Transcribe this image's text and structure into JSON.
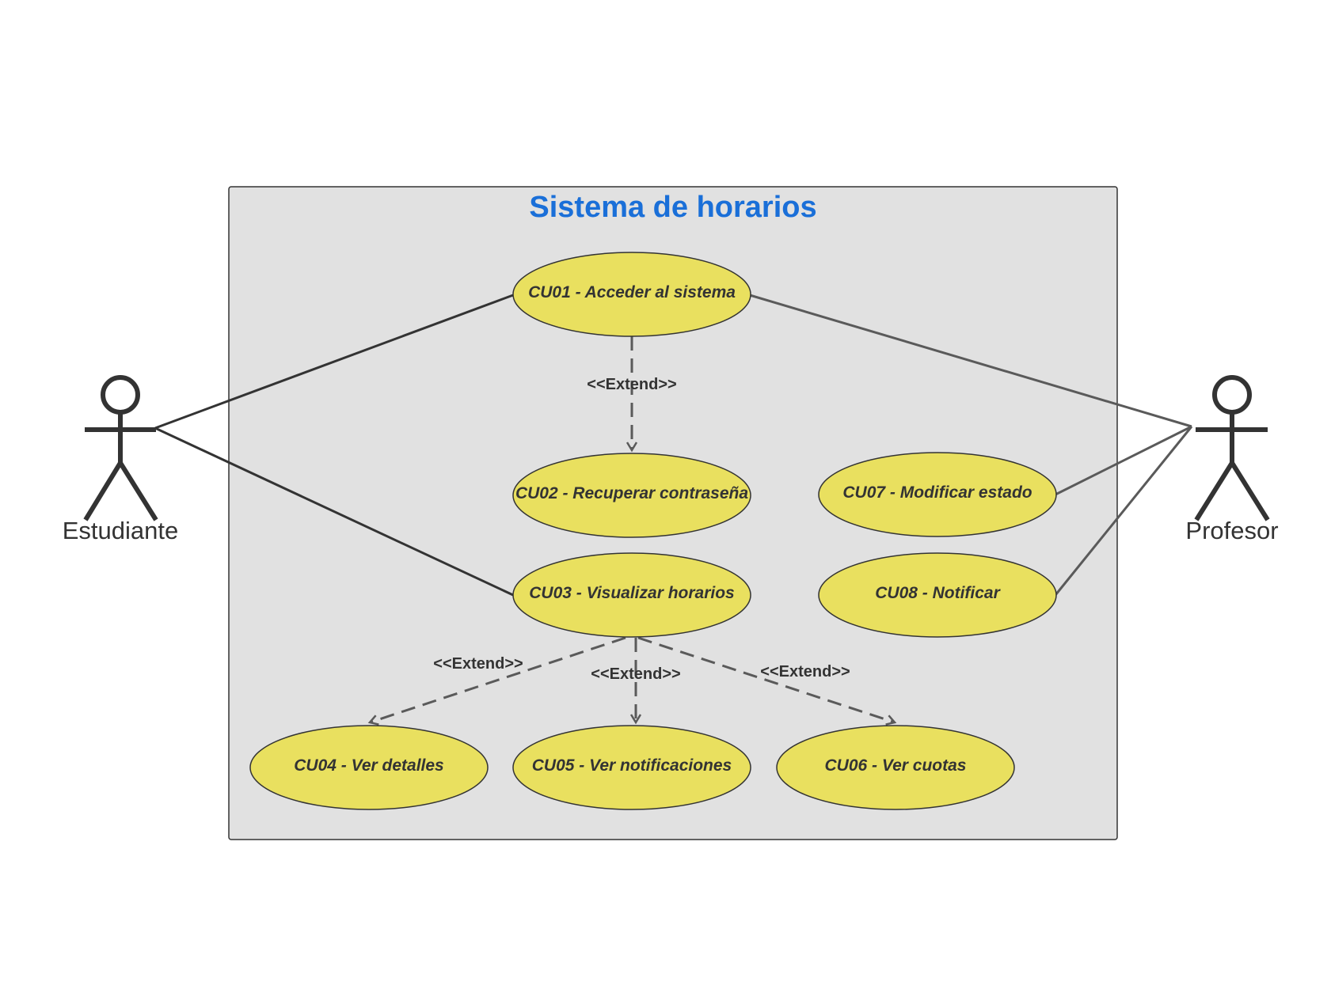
{
  "system": {
    "title": "Sistema de horarios"
  },
  "actors": {
    "estudiante": "Estudiante",
    "profesor": "Profesor"
  },
  "use_cases": {
    "cu01": "CU01 - Acceder al sistema",
    "cu02": "CU02 - Recuperar contraseña",
    "cu03": "CU03 - Visualizar horarios",
    "cu04": "CU04 - Ver detalles",
    "cu05": "CU05 - Ver notificaciones",
    "cu06": "CU06 - Ver cuotas",
    "cu07": "CU07 - Modificar estado",
    "cu08": "CU08 - Notificar"
  },
  "relationships": {
    "extend_label": "<<Extend>>"
  },
  "colors": {
    "title": "#1a6fd8",
    "use_case_fill": "#e9e05f",
    "boundary_fill": "#e1e1e1",
    "line": "#333333",
    "dashed_line": "#5a5a5a"
  }
}
